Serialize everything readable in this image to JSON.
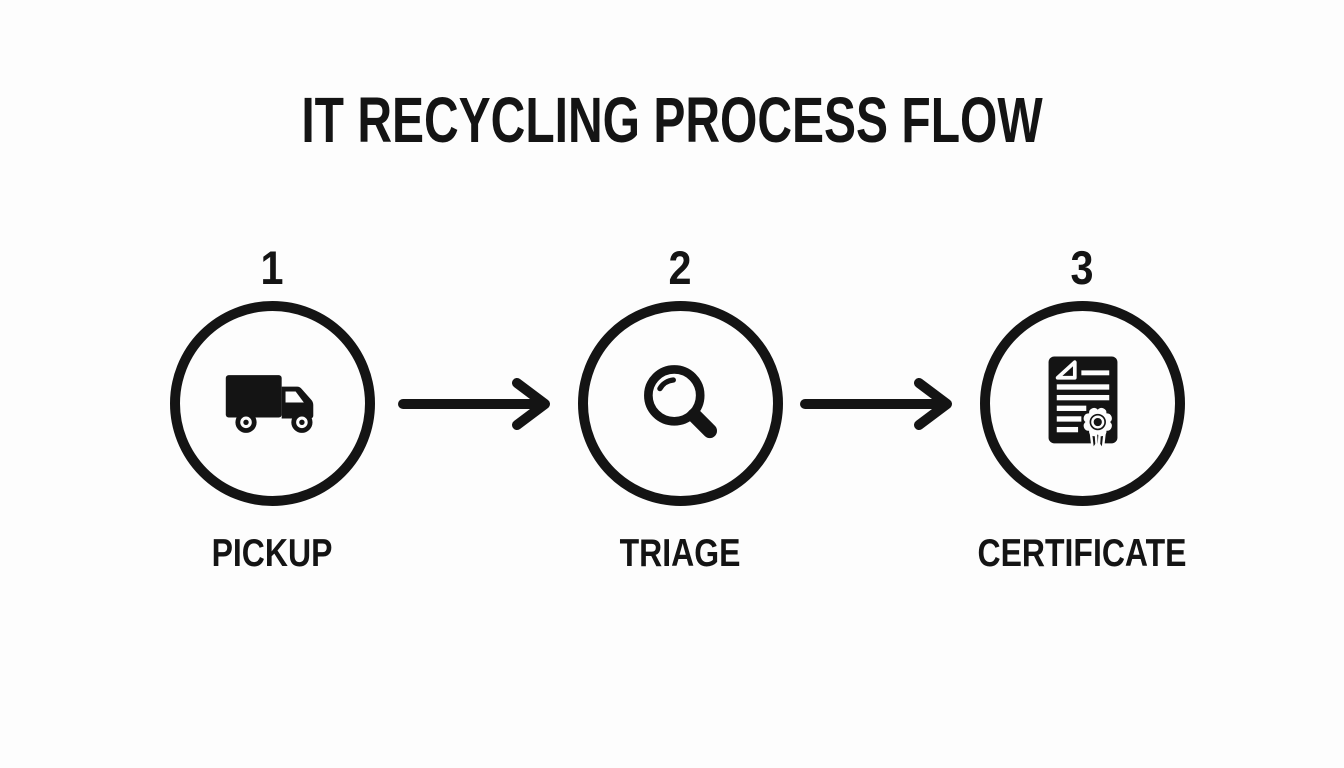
{
  "title": "IT RECYCLING PROCESS FLOW",
  "colors": {
    "background": "#fdfdfd",
    "ink": "#141414"
  },
  "steps": [
    {
      "number": "1",
      "label": "PICKUP",
      "icon": "truck-icon"
    },
    {
      "number": "2",
      "label": "TRIAGE",
      "icon": "magnifier-icon"
    },
    {
      "number": "3",
      "label": "CERTIFICATE",
      "icon": "certificate-icon"
    }
  ],
  "arrows": [
    {
      "name": "arrow-step1-to-step2",
      "direction": "right"
    },
    {
      "name": "arrow-step2-to-step3",
      "direction": "right"
    }
  ]
}
